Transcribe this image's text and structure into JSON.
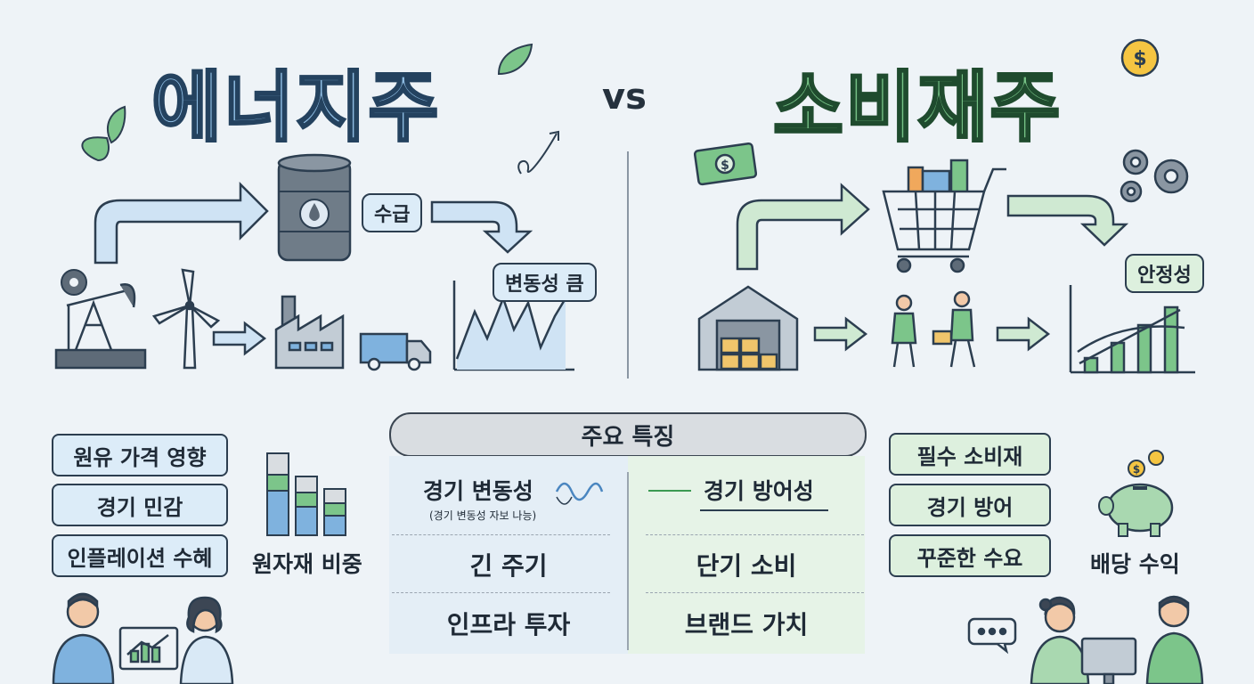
{
  "titles": {
    "left": "에너지주",
    "vs": "vs",
    "right": "소비재주"
  },
  "left_diagram": {
    "tag_supply": "수급",
    "tag_volatility": "변동성 큼"
  },
  "right_diagram": {
    "tag_stability": "안정성"
  },
  "left_pills": [
    "원유 가격 영향",
    "경기 민감",
    "인플레이션 수혜"
  ],
  "left_chart_label": "원자재 비중",
  "right_pills": [
    "필수 소비재",
    "경기 방어",
    "꾸준한 수요"
  ],
  "right_icon_label": "배당 수익",
  "features": {
    "heading": "주요 특징",
    "left": {
      "row1": "경기 변동성",
      "row1_sub": "(경기 변동성 자보 나능)",
      "row2": "긴 주기",
      "row3": "인프라 투자"
    },
    "right": {
      "row1": "경기 방어성",
      "row2": "단기 소비",
      "row3": "브랜드 가치"
    }
  },
  "colors": {
    "energy": "#8fbde3",
    "consumer": "#76c286",
    "outline": "#2c3e50"
  }
}
